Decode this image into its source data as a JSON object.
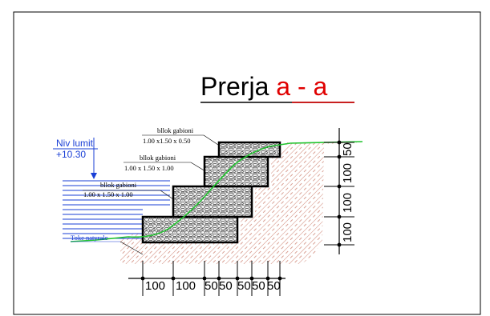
{
  "title": {
    "prefix": "Prerja ",
    "section": "a - a"
  },
  "water_level": {
    "label": "Niv lumit",
    "value": "+10.30"
  },
  "gabion_labels": [
    {
      "line1": "bllok gabioni",
      "line2": "1.00 x1.50 x 0.50"
    },
    {
      "line1": "bllok gabioni",
      "line2": "1.00 x 1.50 x 1.00"
    },
    {
      "line1": "bllok gabioni",
      "line2": "1.00 x 1.50 x 1.00"
    }
  ],
  "ground_label": "Toke natyrale",
  "dims_bottom": [
    "100",
    "100",
    "50",
    "50",
    "50",
    "50",
    "50"
  ],
  "dims_right": [
    "100",
    "100",
    "100",
    "50"
  ],
  "colors": {
    "title_accent": "#e00000",
    "water": "#1a3fd6",
    "soil_hatch": "#d08878",
    "profile_line": "#21c42f",
    "gabion_outline": "#000000"
  }
}
